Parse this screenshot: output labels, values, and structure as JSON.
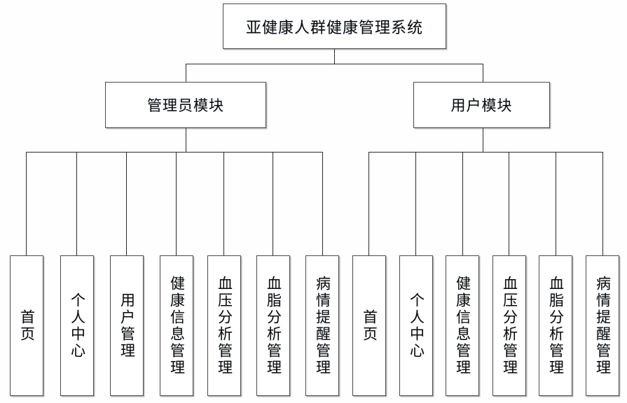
{
  "diagram": {
    "title": "亚健康人群健康管理系统",
    "type": "organization-tree",
    "root": {
      "label": "亚健康人群健康管理系统"
    },
    "modules": [
      {
        "id": "admin",
        "label": "管理员模块",
        "leaves": [
          "首页",
          "个人中心",
          "用户管理",
          "健康信息管理",
          "血压分析管理",
          "血脂分析管理",
          "病情提醒管理"
        ]
      },
      {
        "id": "user",
        "label": "用户模块",
        "leaves": [
          "首页",
          "个人中心",
          "健康信息管理",
          "血压分析管理",
          "血脂分析管理",
          "病情提醒管理"
        ]
      }
    ],
    "colors": {
      "background": "#fefefe",
      "box_fill": "#ffffff",
      "box_border": "#4a4a4a",
      "box_shadow": "#b8b8bc",
      "connector": "#2b2b2b",
      "text": "#0b0b0b"
    }
  },
  "leaves_admin": {
    "0": "首页",
    "1": "个人中心",
    "2": "用户管理",
    "3": "健康信息管理",
    "4": "血压分析管理",
    "5": "血脂分析管理",
    "6": "病情提醒管理"
  },
  "leaves_user": {
    "0": "首页",
    "1": "个人中心",
    "2": "健康信息管理",
    "3": "血压分析管理",
    "4": "血脂分析管理",
    "5": "病情提醒管理"
  }
}
